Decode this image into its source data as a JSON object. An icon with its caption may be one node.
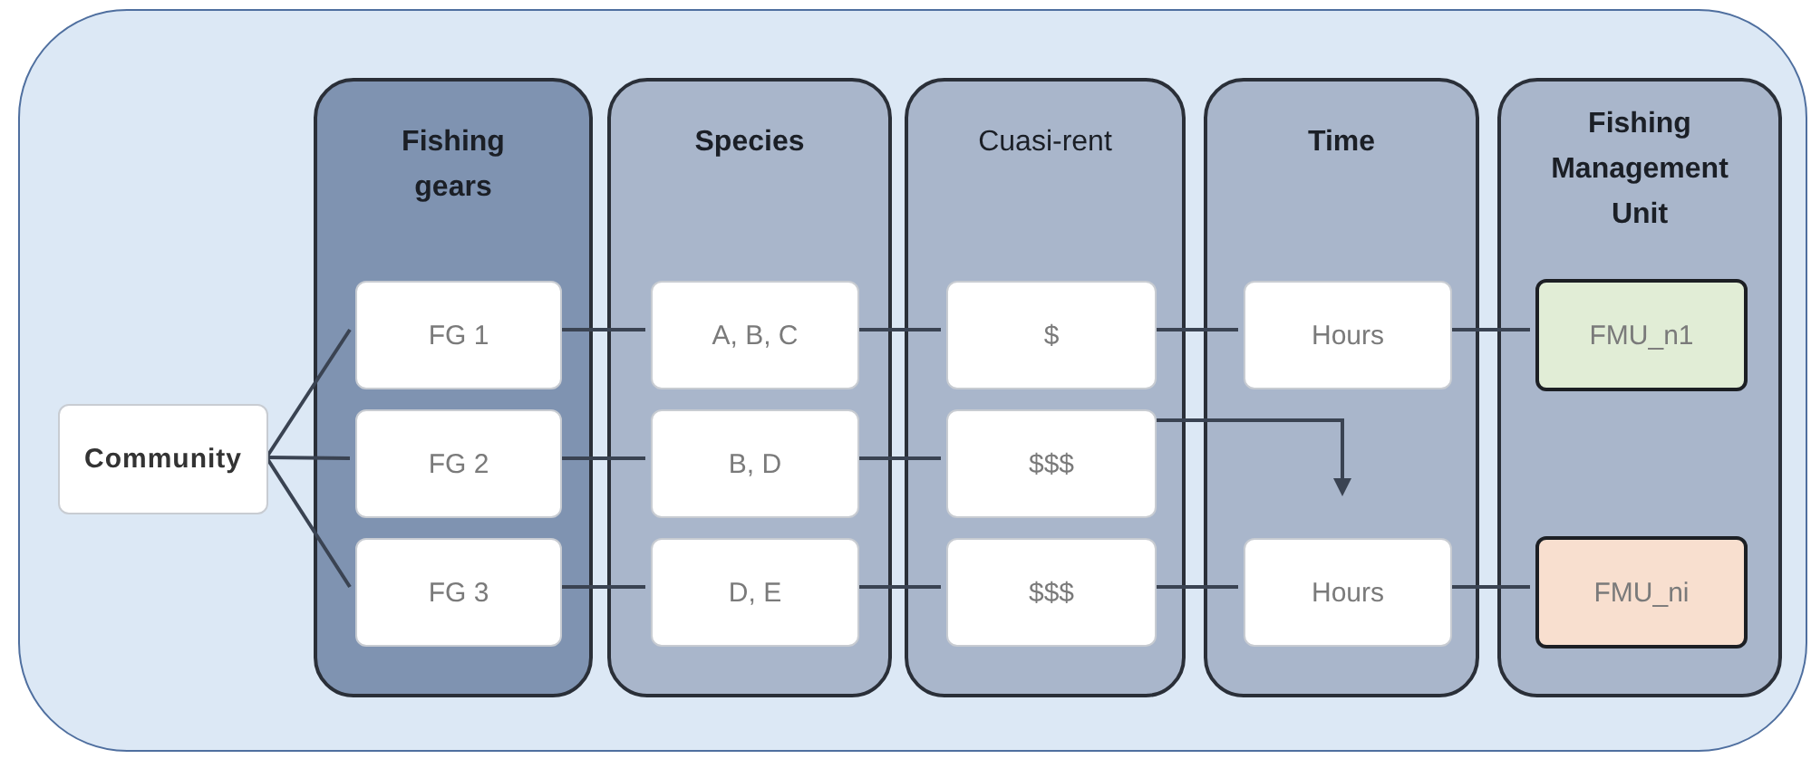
{
  "diagram": {
    "nodes": [
      {
        "text": [],
        "shape": "box"
      },
      {
        "text": [
          "Community"
        ],
        "in": 0
      },
      {
        "text": [
          "Fishing gears"
        ],
        "in": 0
      },
      {
        "text": [
          "FG 1"
        ],
        "in": 2
      },
      {
        "text": [
          "FG 2"
        ],
        "in": 2
      },
      {
        "text": [
          "FG 3"
        ],
        "in": 2
      },
      {
        "text": [
          "Species"
        ],
        "in": 0
      },
      {
        "text": [
          "A, B, C"
        ],
        "in": 6
      },
      {
        "text": [
          "B, D"
        ],
        "in": 6
      },
      {
        "text": [
          "D, E"
        ],
        "in": 6
      },
      {
        "text": [
          "Cuasi-rent"
        ],
        "in": 0
      },
      {
        "text": [
          "$"
        ],
        "in": 10
      },
      {
        "text": [
          "$$$"
        ],
        "in": 10
      },
      {
        "text": [
          "$$$"
        ],
        "in": 10
      },
      {
        "text": [
          "Time"
        ],
        "in": 0
      },
      {
        "text": [
          "Hours"
        ],
        "in": 14
      },
      {
        "text": [
          "Hours"
        ],
        "in": 14
      },
      {
        "text": [
          "Fishing Management Unit"
        ],
        "in": 0
      },
      {
        "text": [
          "FMU_n1"
        ],
        "in": 17
      },
      {
        "text": [
          "FMU_ni"
        ],
        "in": 17
      }
    ],
    "edges": [
      {
        "from": 1,
        "to": 3,
        "arrow": "none"
      },
      {
        "from": 1,
        "to": 4,
        "arrow": "none"
      },
      {
        "from": 1,
        "to": 5,
        "arrow": "none"
      },
      {
        "from": 3,
        "to": 7,
        "arrow": "none"
      },
      {
        "from": 4,
        "to": 8,
        "arrow": "none"
      },
      {
        "from": 5,
        "to": 9,
        "arrow": "none"
      },
      {
        "from": 7,
        "to": 11,
        "arrow": "none"
      },
      {
        "from": 8,
        "to": 12,
        "arrow": "none"
      },
      {
        "from": 9,
        "to": 13,
        "arrow": "none"
      },
      {
        "from": 11,
        "to": 15,
        "arrow": "none"
      },
      {
        "from": 12,
        "to": 16,
        "arrow": "to"
      },
      {
        "from": 13,
        "to": 16,
        "arrow": "none"
      },
      {
        "from": 15,
        "to": 18,
        "arrow": "none"
      },
      {
        "from": 16,
        "to": 19,
        "arrow": "none"
      }
    ]
  }
}
